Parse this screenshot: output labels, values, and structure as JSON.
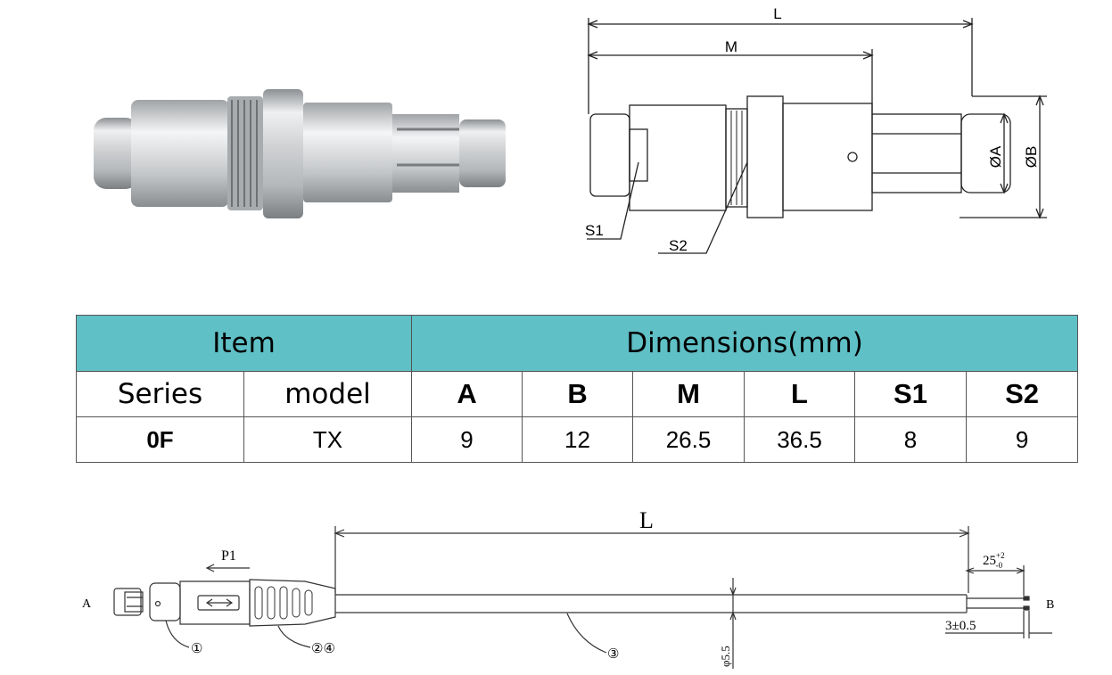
{
  "top_drawing": {
    "dim_L": "L",
    "dim_M": "M",
    "dim_A": "ØA",
    "dim_B": "ØB",
    "callout_S1": "S1",
    "callout_S2": "S2"
  },
  "table": {
    "header_item": "Item",
    "header_dimensions": "Dimensions(mm)",
    "col_series": "Series",
    "col_model": "model",
    "dim_cols": [
      "A",
      "B",
      "M",
      "L",
      "S1",
      "S2"
    ],
    "row": {
      "series": "0F",
      "model": "TX",
      "values": [
        "9",
        "12",
        "26.5",
        "36.5",
        "8",
        "9"
      ]
    }
  },
  "cable_drawing": {
    "dim_L": "L",
    "end_A": "A",
    "end_B": "B",
    "p1": "P1",
    "strip_length": "25",
    "strip_tol_upper": "+2",
    "strip_tol_lower": "-0",
    "tin_length": "3±0.5",
    "diameter": "φ5.5",
    "callout_1": "①",
    "callout_24": "②④",
    "callout_3": "③"
  },
  "colors": {
    "table_header": "#5fc0c6",
    "metal": "#c9cbcd"
  }
}
